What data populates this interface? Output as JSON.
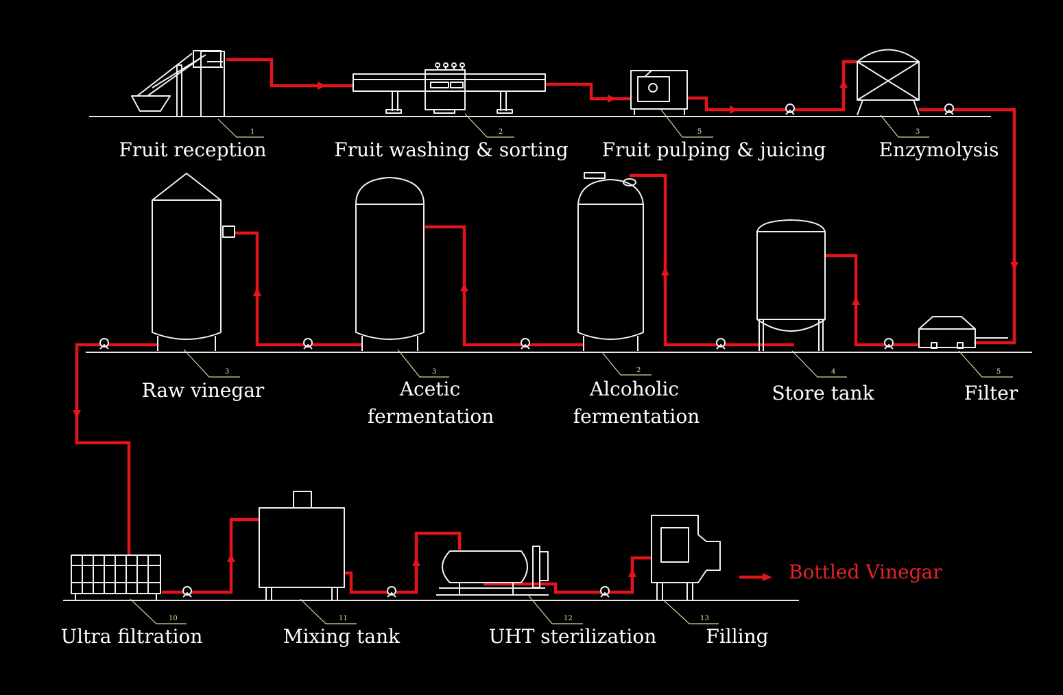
{
  "colors": {
    "background": "#000000",
    "pipe": "#e3141b",
    "equipment": "#f2f2f2",
    "tag": "#e6e69a"
  },
  "stages": {
    "fruit_reception": {
      "label": "Fruit reception",
      "tag": "1"
    },
    "fruit_washing": {
      "label": "Fruit washing & sorting",
      "tag": "2"
    },
    "fruit_pulping": {
      "label": "Fruit pulping & juicing",
      "tag": "5"
    },
    "enzymolysis": {
      "label": "Enzymolysis",
      "tag": "3"
    },
    "raw_vinegar": {
      "label": "Raw vinegar",
      "tag": "3"
    },
    "acetic": {
      "label_line1": "Acetic",
      "label_line2": "fermentation",
      "tag": "3"
    },
    "alcoholic": {
      "label_line1": "Alcoholic",
      "label_line2": "fermentation",
      "tag": "2"
    },
    "store_tank": {
      "label": "Store tank",
      "tag": "4"
    },
    "filter": {
      "label": "Filter",
      "tag": "5"
    },
    "ultra_filtration": {
      "label": "Ultra filtration",
      "tag": "10"
    },
    "mixing_tank": {
      "label": "Mixing tank",
      "tag": "11"
    },
    "uht": {
      "label": "UHT sterilization",
      "tag": "12"
    },
    "filling": {
      "label": "Filling",
      "tag": "13"
    }
  },
  "output": {
    "label": "Bottled Vinegar"
  }
}
